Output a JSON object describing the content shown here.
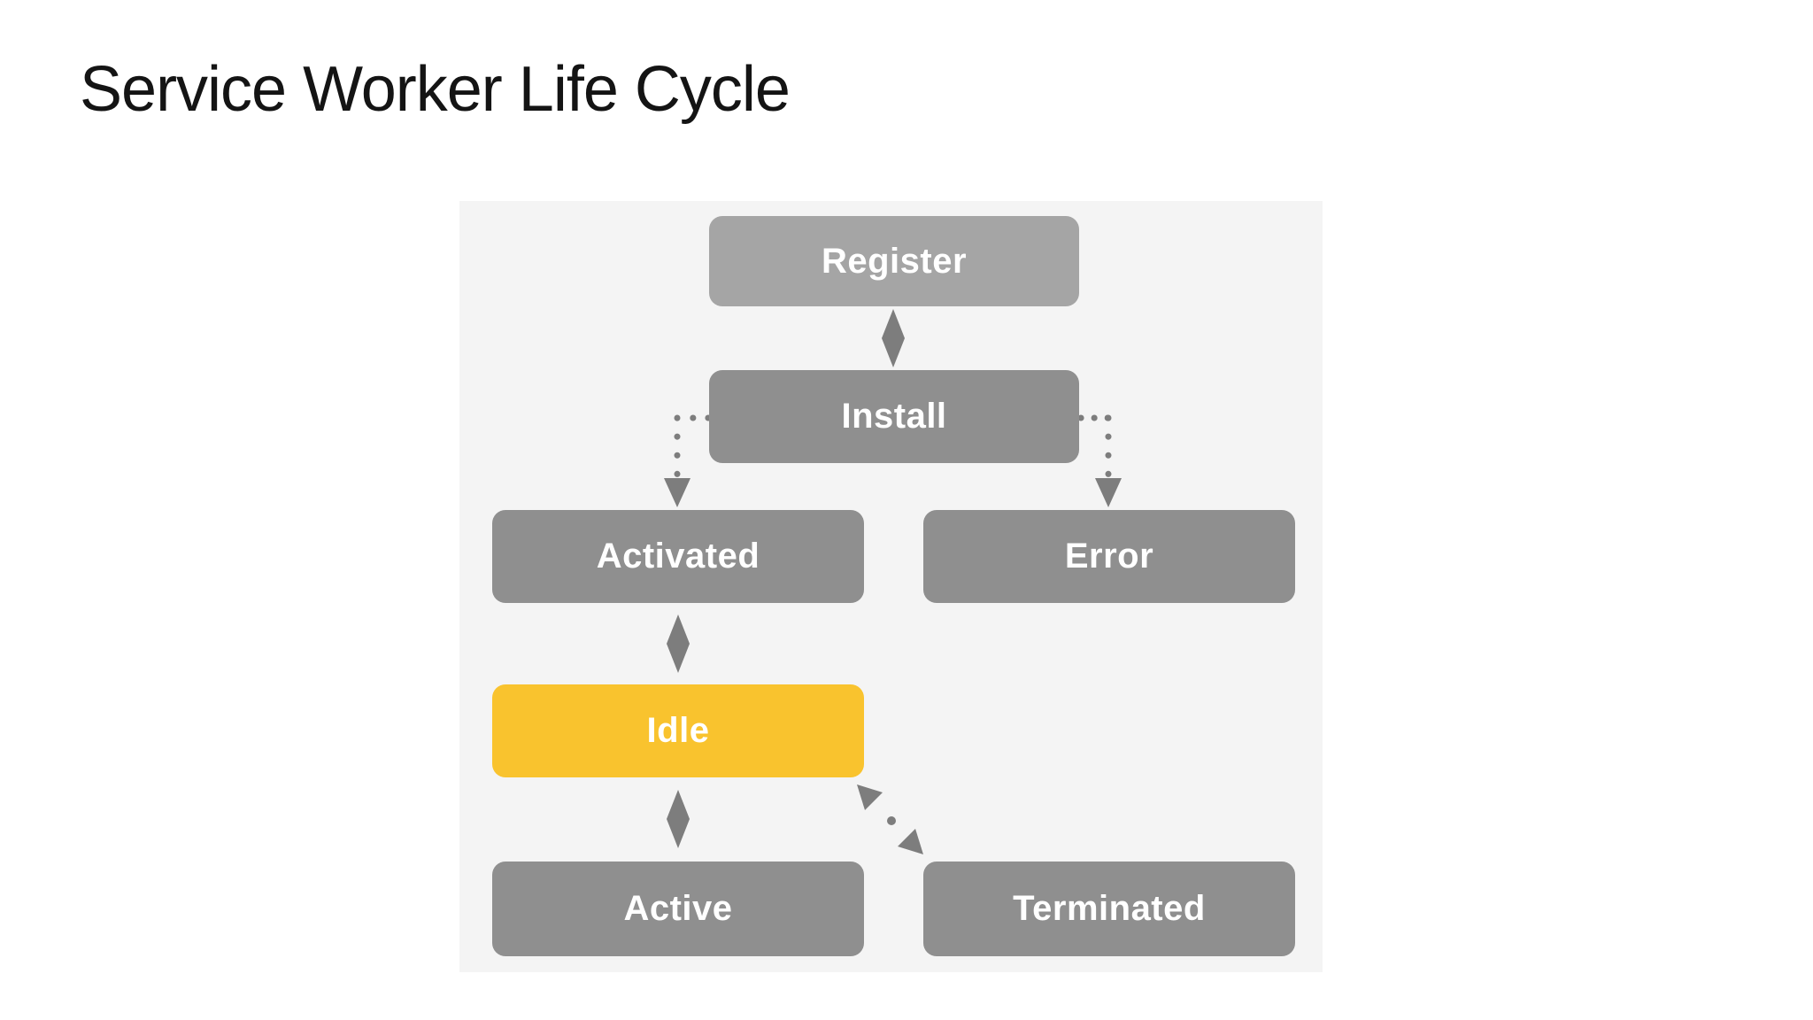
{
  "title": "Service Worker Life Cycle",
  "diagram": {
    "nodes": [
      {
        "id": "register",
        "label": "Register",
        "emphasis": "light"
      },
      {
        "id": "install",
        "label": "Install",
        "emphasis": "normal"
      },
      {
        "id": "activated",
        "label": "Activated",
        "emphasis": "normal"
      },
      {
        "id": "error",
        "label": "Error",
        "emphasis": "normal"
      },
      {
        "id": "idle",
        "label": "Idle",
        "emphasis": "highlight"
      },
      {
        "id": "active",
        "label": "Active",
        "emphasis": "normal"
      },
      {
        "id": "terminated",
        "label": "Terminated",
        "emphasis": "normal"
      }
    ],
    "edges": [
      {
        "from": "register",
        "to": "install",
        "style": "solid-diamond"
      },
      {
        "from": "install",
        "to": "activated",
        "style": "dotted-arrow"
      },
      {
        "from": "install",
        "to": "error",
        "style": "dotted-arrow"
      },
      {
        "from": "activated",
        "to": "idle",
        "style": "solid-diamond"
      },
      {
        "from": "idle",
        "to": "active",
        "style": "solid-diamond"
      },
      {
        "from": "idle",
        "to": "terminated",
        "style": "dotted-bidirectional-arrow"
      }
    ],
    "colors": {
      "title_text": "#141414",
      "panel_bg": "#f4f4f4",
      "register_fill": "#a5a5a5",
      "state_fill": "#8f8f8f",
      "highlight_fill": "#f9c32e",
      "arrow": "#7d7d7d",
      "label_text": "#ffffff"
    }
  }
}
